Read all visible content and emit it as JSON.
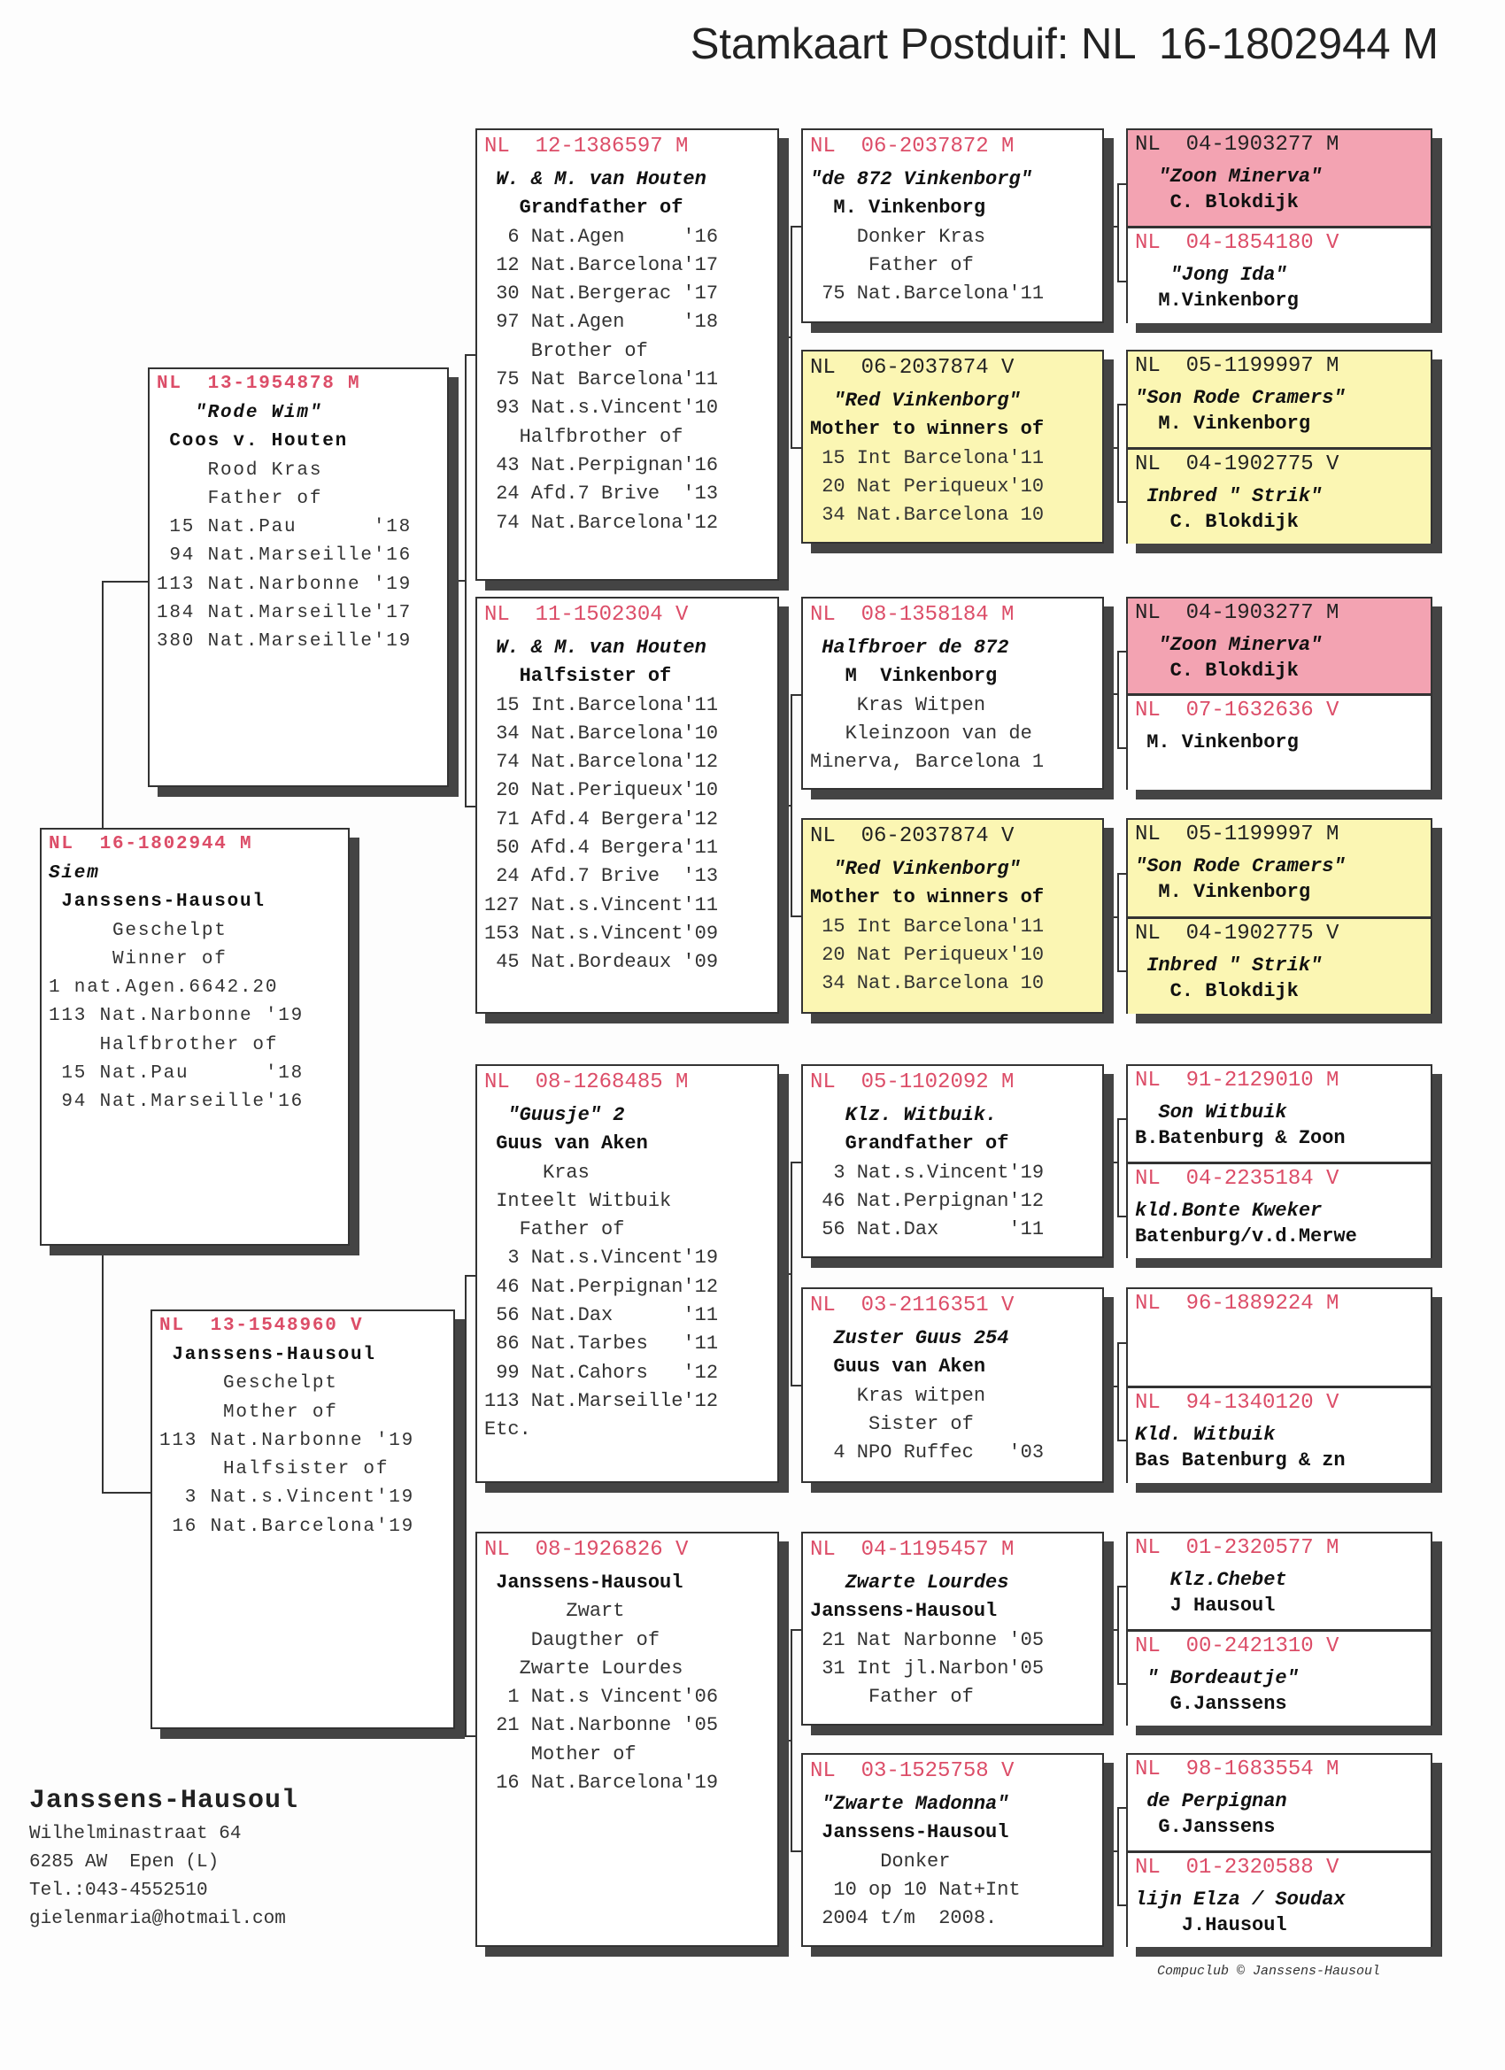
{
  "title": "Stamkaart Postduif: NL  16-1802944 M",
  "prefix": "NL",
  "boxes": [
    {
      "ring": "16-1802944 M",
      "lines": [
        {
          "t": "Siem",
          "k": "name"
        },
        {
          "t": " Janssens-Hausoul",
          "k": "owner"
        },
        {
          "t": "     Geschelpt",
          "k": "p"
        },
        {
          "t": "     Winner of",
          "k": "p"
        },
        {
          "t": "1 nat.Agen.6642.20",
          "k": "p"
        },
        {
          "t": "113 Nat.Narbonne '19",
          "k": "p"
        },
        {
          "t": "    Halfbrother of",
          "k": "p"
        },
        {
          "t": " 15 Nat.Pau      '18",
          "k": "p"
        },
        {
          "t": " 94 Nat.Marseille'16",
          "k": "p"
        }
      ]
    },
    {
      "ring": "13-1954878 M",
      "lines": [
        {
          "t": "   \"Rode Wim\"",
          "k": "name"
        },
        {
          "t": " Coos v. Houten",
          "k": "owner"
        },
        {
          "t": "    Rood Kras",
          "k": "p"
        },
        {
          "t": "    Father of",
          "k": "p"
        },
        {
          "t": " 15 Nat.Pau      '18",
          "k": "p"
        },
        {
          "t": " 94 Nat.Marseille'16",
          "k": "p"
        },
        {
          "t": "113 Nat.Narbonne '19",
          "k": "p"
        },
        {
          "t": "184 Nat.Marseille'17",
          "k": "p"
        },
        {
          "t": "380 Nat.Marseille'19",
          "k": "p"
        }
      ]
    },
    {
      "ring": "13-1548960 V",
      "lines": [
        {
          "t": "",
          "k": "p"
        },
        {
          "t": " Janssens-Hausoul",
          "k": "owner"
        },
        {
          "t": "     Geschelpt",
          "k": "p"
        },
        {
          "t": "     Mother of",
          "k": "p"
        },
        {
          "t": "113 Nat.Narbonne '19",
          "k": "p"
        },
        {
          "t": "     Halfsister of",
          "k": "p"
        },
        {
          "t": "  3 Nat.s.Vincent'19",
          "k": "p"
        },
        {
          "t": " 16 Nat.Barcelona'19",
          "k": "p"
        }
      ]
    },
    {
      "ring": "12-1386597 M",
      "lines": [
        {
          "t": " W. & M. van Houten",
          "k": "name"
        },
        {
          "t": "   Grandfather of",
          "k": "owner"
        },
        {
          "t": "  6 Nat.Agen     '16",
          "k": "p"
        },
        {
          "t": " 12 Nat.Barcelona'17",
          "k": "p"
        },
        {
          "t": " 30 Nat.Bergerac '17",
          "k": "p"
        },
        {
          "t": " 97 Nat.Agen     '18",
          "k": "p"
        },
        {
          "t": "    Brother of",
          "k": "p"
        },
        {
          "t": " 75 Nat Barcelona'11",
          "k": "p"
        },
        {
          "t": " 93 Nat.s.Vincent'10",
          "k": "p"
        },
        {
          "t": "   Halfbrother of",
          "k": "p"
        },
        {
          "t": " 43 Nat.Perpignan'16",
          "k": "p"
        },
        {
          "t": " 24 Afd.7 Brive  '13",
          "k": "p"
        },
        {
          "t": " 74 Nat.Barcelona'12",
          "k": "p"
        }
      ]
    },
    {
      "ring": "11-1502304 V",
      "lines": [
        {
          "t": " W. & M. van Houten",
          "k": "name"
        },
        {
          "t": "   Halfsister of",
          "k": "owner"
        },
        {
          "t": " 15 Int.Barcelona'11",
          "k": "p"
        },
        {
          "t": " 34 Nat.Barcelona'10",
          "k": "p"
        },
        {
          "t": " 74 Nat.Barcelona'12",
          "k": "p"
        },
        {
          "t": " 20 Nat.Periqueux'10",
          "k": "p"
        },
        {
          "t": " 71 Afd.4 Bergera'12",
          "k": "p"
        },
        {
          "t": " 50 Afd.4 Bergera'11",
          "k": "p"
        },
        {
          "t": " 24 Afd.7 Brive  '13",
          "k": "p"
        },
        {
          "t": "127 Nat.s.Vincent'11",
          "k": "p"
        },
        {
          "t": "153 Nat.s.Vincent'09",
          "k": "p"
        },
        {
          "t": " 45 Nat.Bordeaux '09",
          "k": "p"
        }
      ]
    },
    {
      "ring": "08-1268485 M",
      "lines": [
        {
          "t": "  \"Guusje\" 2",
          "k": "name"
        },
        {
          "t": " Guus van Aken",
          "k": "owner"
        },
        {
          "t": "     Kras",
          "k": "p"
        },
        {
          "t": " Inteelt Witbuik",
          "k": "p"
        },
        {
          "t": "   Father of",
          "k": "p"
        },
        {
          "t": "  3 Nat.s.Vincent'19",
          "k": "p"
        },
        {
          "t": " 46 Nat.Perpignan'12",
          "k": "p"
        },
        {
          "t": " 56 Nat.Dax      '11",
          "k": "p"
        },
        {
          "t": " 86 Nat.Tarbes   '11",
          "k": "p"
        },
        {
          "t": " 99 Nat.Cahors   '12",
          "k": "p"
        },
        {
          "t": "113 Nat.Marseille'12",
          "k": "p"
        },
        {
          "t": "Etc.",
          "k": "p"
        }
      ]
    },
    {
      "ring": "08-1926826 V",
      "lines": [
        {
          "t": "",
          "k": "p"
        },
        {
          "t": " Janssens-Hausoul",
          "k": "owner"
        },
        {
          "t": "       Zwart",
          "k": "p"
        },
        {
          "t": "    Daugther of",
          "k": "p"
        },
        {
          "t": "   Zwarte Lourdes",
          "k": "p"
        },
        {
          "t": "  1 Nat.s Vincent'06",
          "k": "p"
        },
        {
          "t": " 21 Nat.Narbonne '05",
          "k": "p"
        },
        {
          "t": "    Mother of",
          "k": "p"
        },
        {
          "t": " 16 Nat.Barcelona'19",
          "k": "p"
        }
      ]
    },
    {
      "ring": "06-2037872 M",
      "lines": [
        {
          "t": "\"de 872 Vinkenborg\"",
          "k": "name"
        },
        {
          "t": "  M. Vinkenborg",
          "k": "owner"
        },
        {
          "t": "    Donker Kras",
          "k": "p"
        },
        {
          "t": "     Father of",
          "k": "p"
        },
        {
          "t": " 75 Nat.Barcelona'11",
          "k": "p"
        }
      ]
    },
    {
      "ring": "06-2037874 V",
      "color": "yellow",
      "lines": [
        {
          "t": "  \"Red Vinkenborg\"",
          "k": "name"
        },
        {
          "t": "Mother to winners of",
          "k": "owner"
        },
        {
          "t": " 15 Int Barcelona'11",
          "k": "p"
        },
        {
          "t": " 20 Nat Periqueux'10",
          "k": "p"
        },
        {
          "t": " 34 Nat.Barcelona 10",
          "k": "p"
        }
      ]
    },
    {
      "ring": "08-1358184 M",
      "lines": [
        {
          "t": " Halfbroer de 872",
          "k": "name"
        },
        {
          "t": "   M  Vinkenborg",
          "k": "owner"
        },
        {
          "t": "    Kras Witpen",
          "k": "p"
        },
        {
          "t": "   Kleinzoon van de",
          "k": "p"
        },
        {
          "t": "Minerva, Barcelona 1",
          "k": "p"
        }
      ]
    },
    {
      "ring": "06-2037874 V",
      "color": "yellow",
      "lines": [
        {
          "t": "  \"Red Vinkenborg\"",
          "k": "name"
        },
        {
          "t": "Mother to winners of",
          "k": "owner"
        },
        {
          "t": " 15 Int Barcelona'11",
          "k": "p"
        },
        {
          "t": " 20 Nat Periqueux'10",
          "k": "p"
        },
        {
          "t": " 34 Nat.Barcelona 10",
          "k": "p"
        }
      ]
    },
    {
      "ring": "05-1102092 M",
      "lines": [
        {
          "t": "   Klz. Witbuik.",
          "k": "name"
        },
        {
          "t": "   Grandfather of",
          "k": "owner"
        },
        {
          "t": "  3 Nat.s.Vincent'19",
          "k": "p"
        },
        {
          "t": " 46 Nat.Perpignan'12",
          "k": "p"
        },
        {
          "t": " 56 Nat.Dax      '11",
          "k": "p"
        }
      ]
    },
    {
      "ring": "03-2116351 V",
      "lines": [
        {
          "t": "  Zuster Guus 254",
          "k": "name"
        },
        {
          "t": "  Guus van Aken",
          "k": "owner"
        },
        {
          "t": "    Kras witpen",
          "k": "p"
        },
        {
          "t": "     Sister of",
          "k": "p"
        },
        {
          "t": "  4 NPO Ruffec   '03",
          "k": "p"
        }
      ]
    },
    {
      "ring": "04-1195457 M",
      "lines": [
        {
          "t": "   Zwarte Lourdes",
          "k": "name"
        },
        {
          "t": "Janssens-Hausoul",
          "k": "owner"
        },
        {
          "t": " 21 Nat Narbonne '05",
          "k": "p"
        },
        {
          "t": " 31 Int jl.Narbon'05",
          "k": "p"
        },
        {
          "t": "     Father of",
          "k": "p"
        }
      ]
    },
    {
      "ring": "03-1525758 V",
      "lines": [
        {
          "t": " \"Zwarte Madonna\"",
          "k": "name"
        },
        {
          "t": " Janssens-Hausoul",
          "k": "owner"
        },
        {
          "t": "      Donker",
          "k": "p"
        },
        {
          "t": "  10 op 10 Nat+Int",
          "k": "p"
        },
        {
          "t": " 2004 t/m  2008.",
          "k": "p"
        }
      ]
    }
  ],
  "gen5": [
    {
      "ring": "04-1903277 M",
      "color": "pink",
      "lines": [
        {
          "t": "  \"Zoon Minerva\"",
          "k": "name"
        },
        {
          "t": "   C. Blokdijk",
          "k": "owner"
        }
      ]
    },
    {
      "ring": "04-1854180 V",
      "lines": [
        {
          "t": "   \"Jong Ida\"",
          "k": "name"
        },
        {
          "t": "  M.Vinkenborg",
          "k": "owner"
        }
      ]
    },
    {
      "ring": "05-1199997 M",
      "color": "yellow",
      "lines": [
        {
          "t": "\"Son Rode Cramers\"",
          "k": "name"
        },
        {
          "t": "  M. Vinkenborg",
          "k": "owner"
        }
      ]
    },
    {
      "ring": "04-1902775 V",
      "color": "yellow",
      "lines": [
        {
          "t": " Inbred \" Strik\"",
          "k": "name"
        },
        {
          "t": "   C. Blokdijk",
          "k": "owner"
        }
      ]
    },
    {
      "ring": "04-1903277 M",
      "color": "pink",
      "lines": [
        {
          "t": "  \"Zoon Minerva\"",
          "k": "name"
        },
        {
          "t": "   C. Blokdijk",
          "k": "owner"
        }
      ]
    },
    {
      "ring": "07-1632636 V",
      "lines": [
        {
          "t": "",
          "k": "p"
        },
        {
          "t": " M. Vinkenborg",
          "k": "owner"
        }
      ]
    },
    {
      "ring": "05-1199997 M",
      "color": "yellow",
      "lines": [
        {
          "t": "\"Son Rode Cramers\"",
          "k": "name"
        },
        {
          "t": "  M. Vinkenborg",
          "k": "owner"
        }
      ]
    },
    {
      "ring": "04-1902775 V",
      "color": "yellow",
      "lines": [
        {
          "t": " Inbred \" Strik\"",
          "k": "name"
        },
        {
          "t": "   C. Blokdijk",
          "k": "owner"
        }
      ]
    },
    {
      "ring": "91-2129010 M",
      "lines": [
        {
          "t": "  Son Witbuik",
          "k": "name"
        },
        {
          "t": "B.Batenburg & Zoon",
          "k": "owner"
        }
      ]
    },
    {
      "ring": "04-2235184 V",
      "lines": [
        {
          "t": "kld.Bonte Kweker",
          "k": "name"
        },
        {
          "t": "Batenburg/v.d.Merwe",
          "k": "owner"
        }
      ]
    },
    {
      "ring": "96-1889224 M",
      "lines": []
    },
    {
      "ring": "94-1340120 V",
      "lines": [
        {
          "t": "Kld. Witbuik",
          "k": "name"
        },
        {
          "t": "Bas Batenburg & zn",
          "k": "owner"
        }
      ]
    },
    {
      "ring": "01-2320577 M",
      "lines": [
        {
          "t": "   Klz.Chebet",
          "k": "name"
        },
        {
          "t": "   J Hausoul",
          "k": "owner"
        }
      ]
    },
    {
      "ring": "00-2421310 V",
      "lines": [
        {
          "t": " \" Bordeautje\"",
          "k": "name"
        },
        {
          "t": "   G.Janssens",
          "k": "owner"
        }
      ]
    },
    {
      "ring": "98-1683554 M",
      "lines": [
        {
          "t": " de Perpignan",
          "k": "name"
        },
        {
          "t": "  G.Janssens",
          "k": "owner"
        }
      ]
    },
    {
      "ring": "01-2320588 V",
      "lines": [
        {
          "t": "lijn Elza / Soudax",
          "k": "name"
        },
        {
          "t": "    J.Hausoul",
          "k": "owner"
        }
      ]
    }
  ],
  "footer": {
    "name": "Janssens-Hausoul",
    "street": "Wilhelminastraat 64",
    "city": "6285 AW  Epen (L)",
    "phone": "Tel.:043-4552510",
    "email": "gielenmaria@hotmail.com",
    "credit": "Compuclub © Janssens-Hausoul"
  },
  "colors": {
    "ring_red": "#dc4d68",
    "pink": "#f3a3b2",
    "yellow": "#fbf6b3",
    "shadow": "#444444"
  }
}
